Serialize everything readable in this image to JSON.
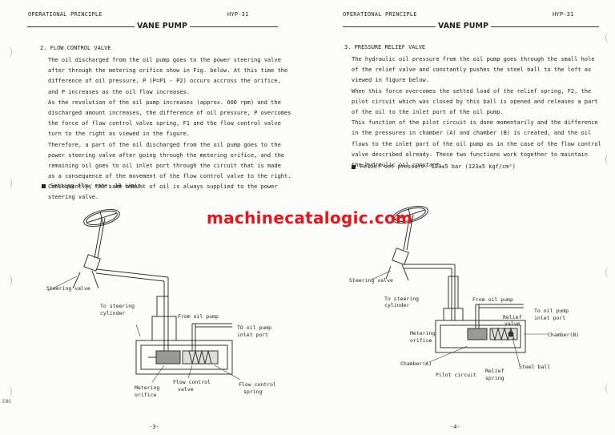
{
  "left": {
    "header_left": "OPERATIONAL PRINCIPLE",
    "header_right": "HYP-31",
    "title": "VANE PUMP",
    "section": "2. FLOW CONTROL VALVE",
    "lines": [
      "The oil discharged from the oil pump goes to the power steering valve",
      "after through the metering orifice show in Fig. below.  At this time the",
      "difference of oil pressure, P (P=P1 - P2) occurs accross the orifice,",
      "and P increases as the oil flow increases.",
      "As the revolution of the oil pump increases (approx. 600 rpm) and the",
      "discharged amount increases, the difference of oil pressure, P overcomes",
      "the force of flow control valve spring, F1 and the flow control valve",
      "turn to the right as viewed in the figure.",
      "Therefore, a part of the oil discharged from the oil pump goes to the",
      "power steering valve after going through the metering orifice, and the",
      "remaining oil goes to oil inlet port through the circuit that is made",
      "as a consequence of the movement of the flow control valve to the right.",
      "Consequently, the same amount of oil is always supplied to the power",
      "steering valve."
    ],
    "bullet": "Setting flow rate:  18 ℓ/min.",
    "labels": {
      "steering_valve": "Steering valve",
      "to_steering_1": "To steering",
      "to_steering_2": "cylinder",
      "from_pump": "From oil pump",
      "to_inlet_1": "TO oil pump",
      "to_inlet_2": "inlet port",
      "metering_1": "Metering",
      "metering_2": "orifice",
      "fcv_1": "Flow control",
      "fcv_2": "valve",
      "fcs_1": "Flow control",
      "fcs_2": "spring"
    },
    "page_number": "-3-"
  },
  "right": {
    "header_left": "OPERATIONAL PRINCIPLE",
    "header_right": "HYP-31",
    "title": "VANE PUMP",
    "section": "3. PRESSURE RELIEF VALVE",
    "lines": [
      "The hydraulic oil pressure from the oil pump goes through the small hole",
      "of the relief valve and constantly pushes the steel ball to the left as",
      "viewed in figure below.",
      "When this force overcomes the setted load of the relief spring, F2, the",
      "pilot circuit which was closed by this ball is opened and releases a part",
      "of the oil to the inlet port of the oil pump.",
      "This function of the pilot circuit is done momentarily and the difference",
      "in the pressures in chamber (A) and chamber (B) is created, and the oil",
      "flows to the inlet port of the oil pump as in the case of the flow control",
      "valve described already.  These two functions work together to maintain",
      "the hydraulic oil constant."
    ],
    "bullet": "Relief set pressure:  123±5 bar (123±5 kgf/cm²)",
    "labels": {
      "steering_valve": "Steering valve",
      "to_steering_1": "To steering",
      "to_steering_2": "cylinder",
      "from_pump": "From oil pump",
      "to_inlet_1": "To oil pump",
      "to_inlet_2": "inlet port",
      "relief_1": "Relief",
      "relief_2": "valve",
      "chamber_b": "Chamber(B)",
      "metering_1": "Metering",
      "metering_2": "orifice",
      "chamber_a": "Chamber(A)",
      "pilot": "Pilot circuit",
      "rspring_1": "Relief",
      "rspring_2": "spring",
      "steel_ball": "Steel ball"
    },
    "page_number": "-4-"
  },
  "watermark": "machinecatalogic.com",
  "side_mark": "ENG"
}
